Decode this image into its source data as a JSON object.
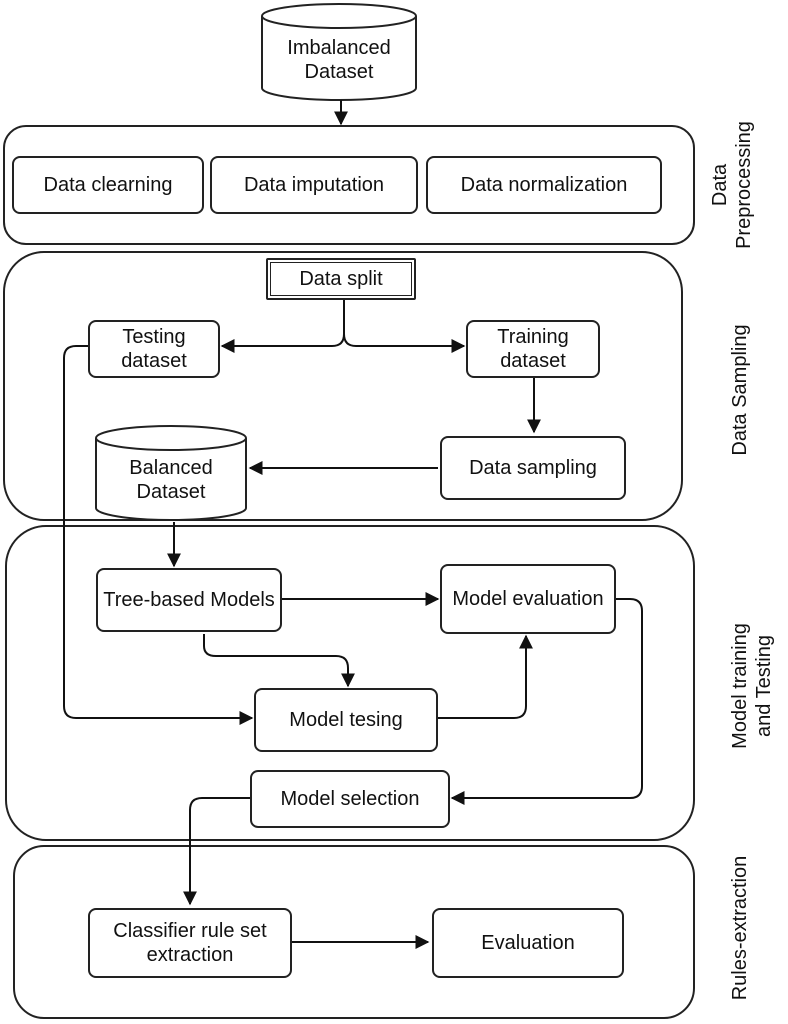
{
  "imbalanced_dataset": "Imbalanced Dataset",
  "preprocessing": {
    "stage_label_line1": "Data",
    "stage_label_line2": "Preprocessing",
    "cleaning": "Data clearning",
    "imputation": "Data imputation",
    "normalization": "Data normalization"
  },
  "sampling": {
    "stage_label": "Data Sampling",
    "data_split": "Data split",
    "testing_dataset": "Testing dataset",
    "training_dataset": "Training dataset",
    "data_sampling": "Data sampling",
    "balanced_dataset": "Balanced Dataset"
  },
  "training": {
    "stage_label_line1": "Model training",
    "stage_label_line2": "and Testing",
    "tree_models": "Tree-based Models",
    "model_evaluation": "Model evaluation",
    "model_testing": "Model tesing",
    "model_selection": "Model selection"
  },
  "rules": {
    "stage_label": "Rules-extraction",
    "classifier_rule": "Classifier rule set extraction",
    "evaluation": "Evaluation"
  }
}
